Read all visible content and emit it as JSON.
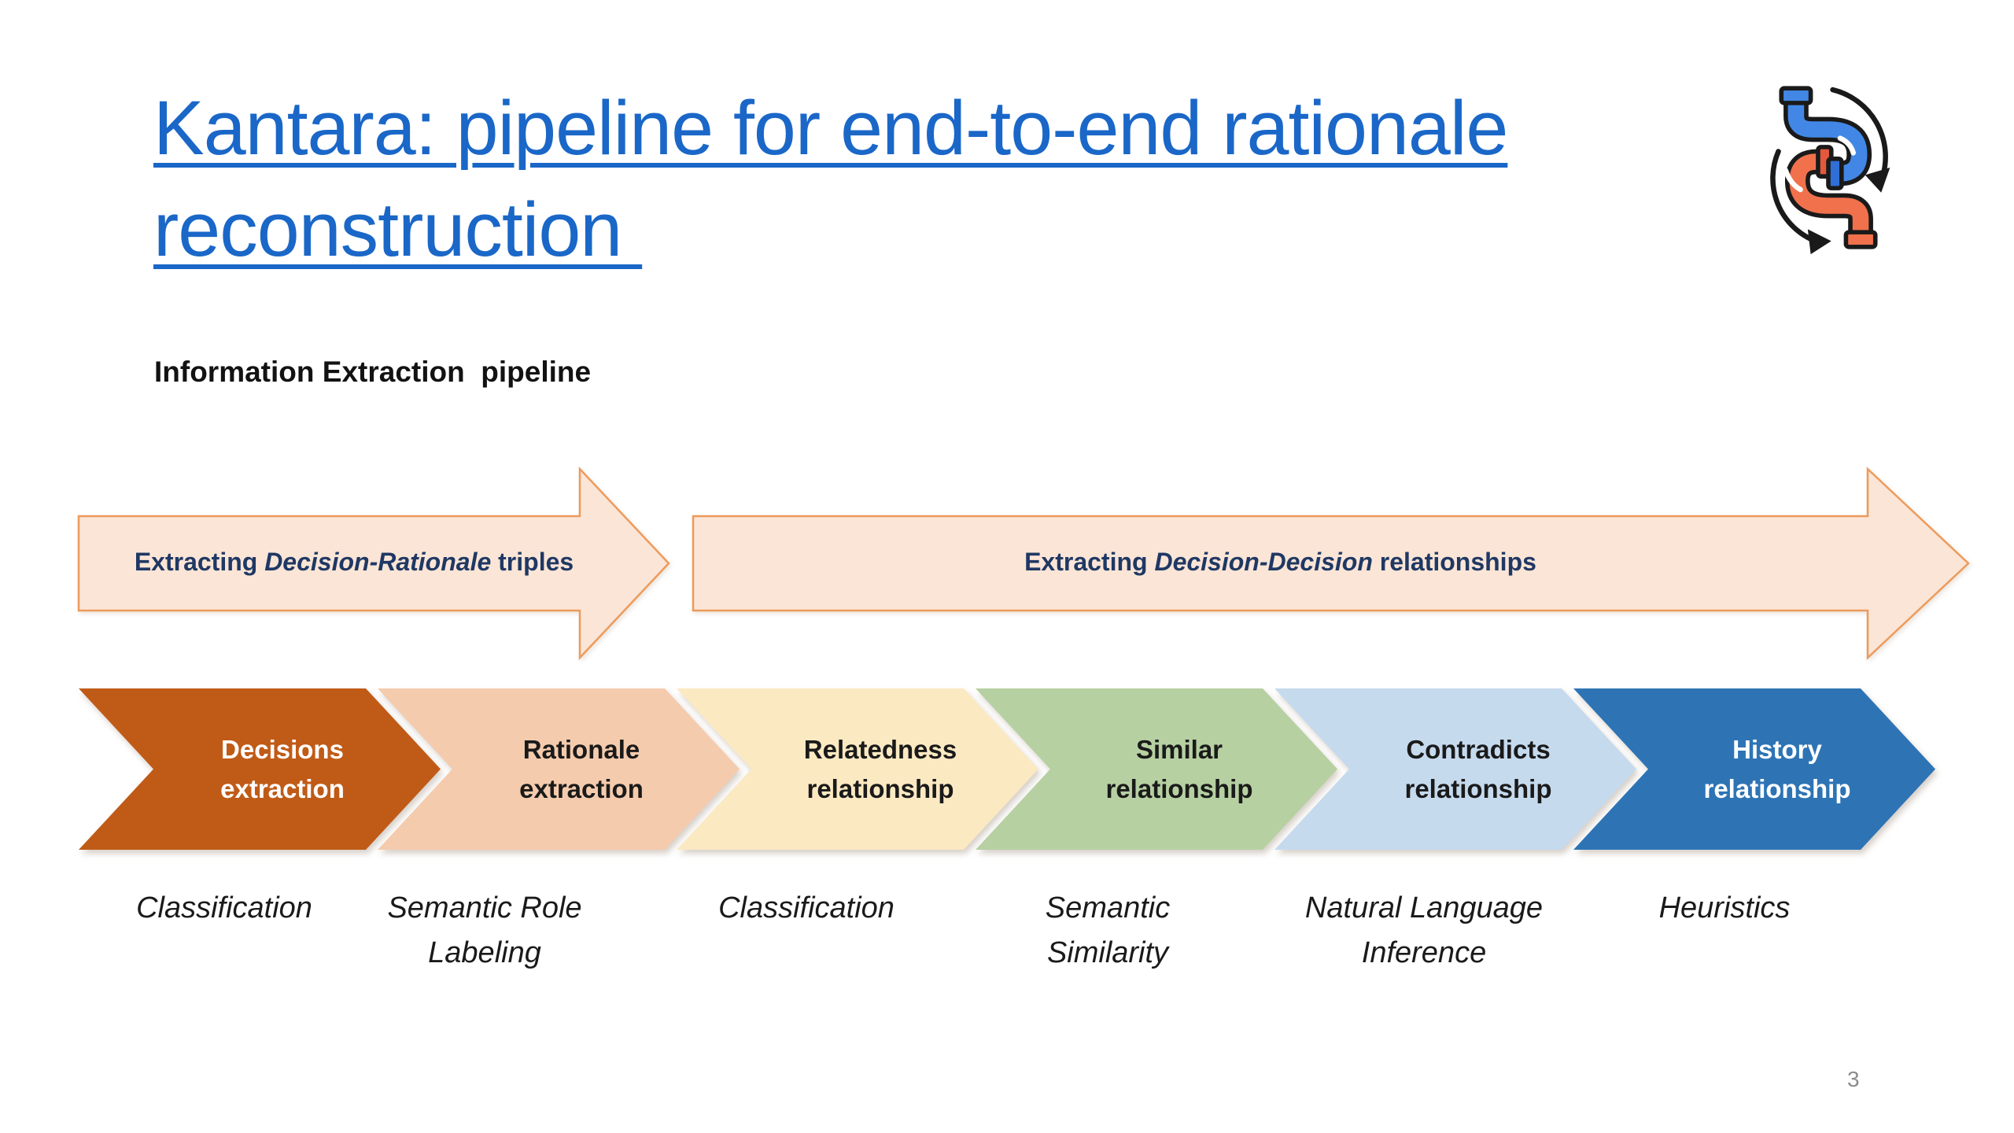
{
  "slide": {
    "title_line1": "Kantara: pipeline for end-to-end rationale",
    "title_line2": "reconstruction ",
    "section_heading": "Information Extraction  pipeline",
    "page_number": "3",
    "icon": "pipes-loop-icon"
  },
  "banners": [
    {
      "prefix": "Extracting ",
      "emphasis": "Decision-Rationale",
      "suffix": " triples"
    },
    {
      "prefix": "Extracting ",
      "emphasis": "Decision-Decision",
      "suffix": " relationships"
    }
  ],
  "pipeline_steps": [
    {
      "label_line1": "Decisions",
      "label_line2": "extraction",
      "method": "Classification",
      "fill": "#C05B17",
      "text_color": "#FFFFFF"
    },
    {
      "label_line1": "Rationale",
      "label_line2": "extraction",
      "method": "Semantic Role\nLabeling",
      "fill": "#F5CBAD",
      "text_color": "#1A1A1A"
    },
    {
      "label_line1": "Relatedness",
      "label_line2": "relationship",
      "method": "Classification",
      "fill": "#FBE9C2",
      "text_color": "#1A1A1A"
    },
    {
      "label_line1": "Similar",
      "label_line2": "relationship",
      "method": "Semantic\nSimilarity",
      "fill": "#B6D0A2",
      "text_color": "#1A1A1A"
    },
    {
      "label_line1": "Contradicts",
      "label_line2": "relationship",
      "method": "Natural Language\nInference",
      "fill": "#C6DAEE",
      "text_color": "#1A1A1A"
    },
    {
      "label_line1": "History",
      "label_line2": "relationship",
      "method": "Heuristics",
      "fill": "#2E74B5",
      "text_color": "#FFFFFF"
    }
  ],
  "colors": {
    "title_blue": "#1A67C8",
    "heading_black": "#121212",
    "banner_fill": "#FBE5D6",
    "banner_border": "#EC9B5C",
    "banner_text": "#1F3864",
    "page_number_gray": "#8C8C8C"
  }
}
